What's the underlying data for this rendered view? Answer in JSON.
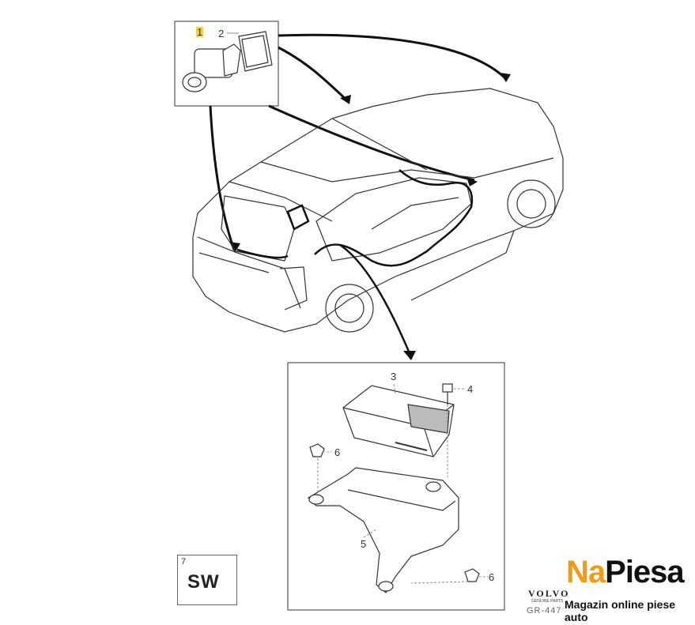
{
  "callouts": {
    "top_item_1": "1",
    "top_item_2": "2",
    "item_3": "3",
    "item_4": "4",
    "item_5": "5",
    "item_6a": "6",
    "item_6b": "6",
    "item_7": "7"
  },
  "sw_label": "SW",
  "volvo": {
    "logo": "VOLVO",
    "sub": "GENUINE PARTS",
    "ref": "GR-447"
  },
  "brand": {
    "na": "Na",
    "piesa": "Piesa",
    "tagline": "Magazin online piese auto"
  },
  "colors": {
    "line": "#222222",
    "highlight": "#f4d24a",
    "brand_accent": "#f39c12"
  }
}
